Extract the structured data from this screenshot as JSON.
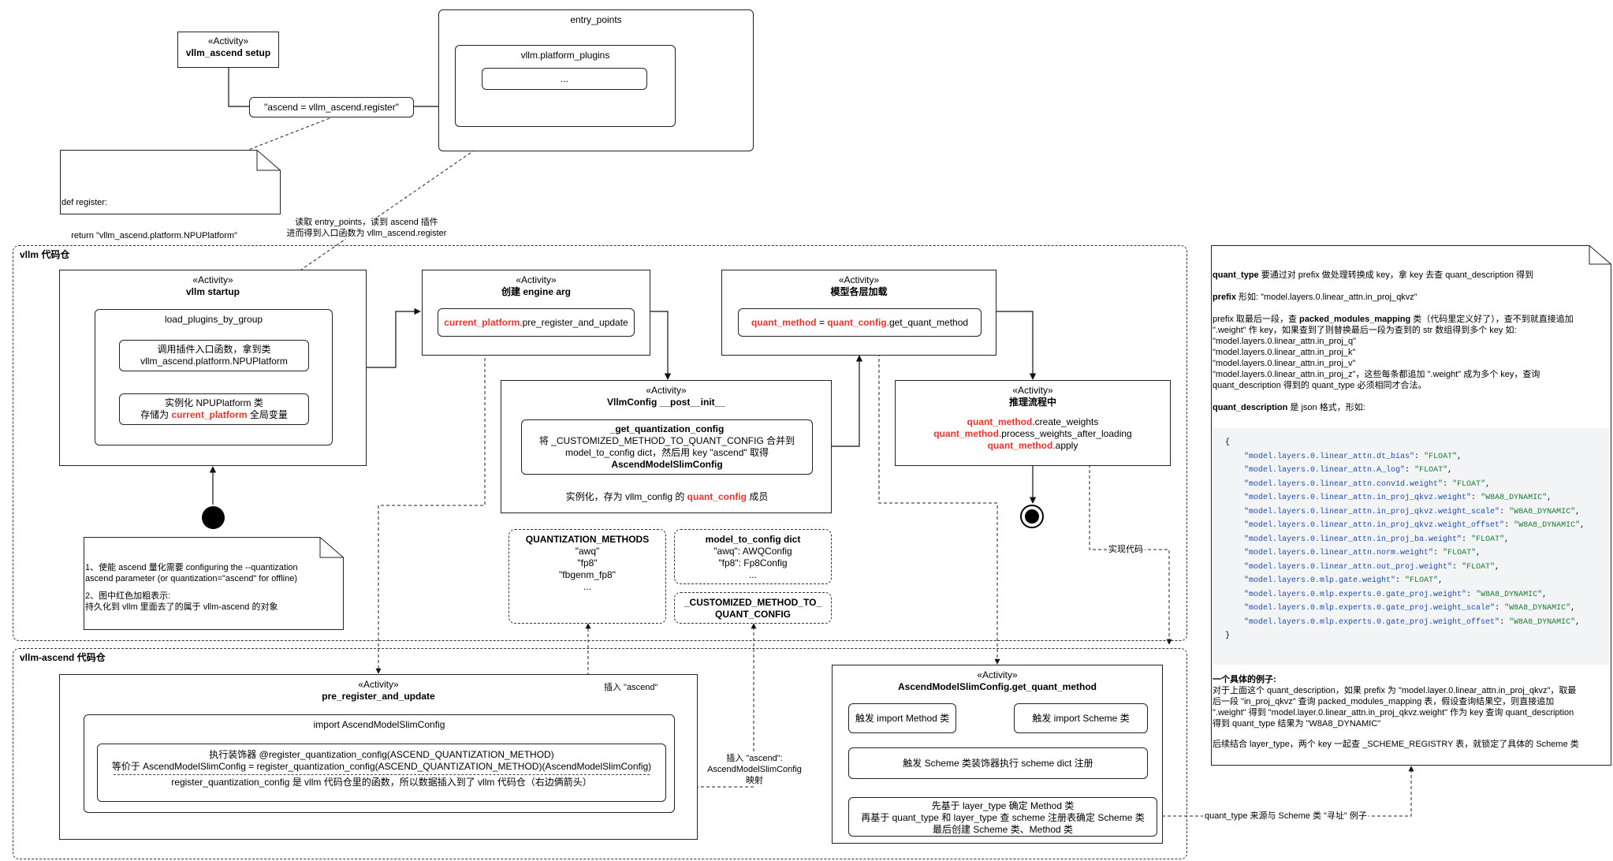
{
  "stereotype": "«Activity»",
  "setup": {
    "name": "vllm_ascend setup",
    "register_call": "\"ascend = vllm_ascend.register\""
  },
  "register_note": {
    "line1": "def register:",
    "line2": "    return \"vllm_ascend.platform.NPUPlatform\""
  },
  "entry_points": {
    "title": "entry_points",
    "plugins_title": "vllm.platform_plugins",
    "item": "..."
  },
  "read_label": {
    "line1": "读取 entry_points，读到 ascend 插件",
    "line2": "进而得到入口函数为 vllm_ascend.register"
  },
  "vllm_repo": {
    "title": "vllm 代码仓"
  },
  "startup": {
    "name": "vllm startup",
    "group_title": "load_plugins_by_group",
    "step1_line1": "调用插件入口函数，拿到类",
    "step1_line2": "vllm_ascend.platform.NPUPlatform",
    "step2_line1": "实例化 NPUPlatform 类",
    "step2_pre": "存储为 ",
    "step2_red": "current_platform",
    "step2_post": " 全局变量"
  },
  "engine_arg": {
    "name": "创建 engine arg",
    "call_red": "current_platform",
    "call_rest": ".pre_register_and_update"
  },
  "vllm_config": {
    "name": "VllmConfig __post__init__",
    "inner_title": "_get_quantization_config",
    "inner_line2": "将 _CUSTOMIZED_METHOD_TO_QUANT_CONFIG 合并到",
    "inner_line3": "model_to_config dict，然后用 key \"ascend\" 取得",
    "inner_line4": "AscendModelSlimConfig",
    "inst_pre": "实例化，存为 vllm_config 的 ",
    "inst_red": "quant_config",
    "inst_post": " 成员"
  },
  "model_load": {
    "name": "模型各层加载",
    "lhs": "quant_method",
    "mid": " = ",
    "rhs_red": "quant_config",
    "rhs_rest": ".get_quant_method"
  },
  "inference": {
    "name": "推理流程中",
    "l1_red": "quant_method",
    "l1_rest": ".create_weights",
    "l2_red": "quant_method",
    "l2_rest": ".process_weights_after_loading",
    "l3_red": "quant_method",
    "l3_rest": ".apply"
  },
  "quant_methods": {
    "title": "QUANTIZATION_METHODS",
    "items": [
      "\"awq\"",
      "\"fp8\"",
      "\"fbgenm_fp8\"",
      "..."
    ]
  },
  "model_to_config": {
    "title": "model_to_config dict",
    "items": [
      "\"awq\": AWQConfig",
      "\"fp8\": Fp8Config",
      "..."
    ]
  },
  "customized": {
    "line1": "_CUSTOMIZED_METHOD_TO_",
    "line2": "QUANT_CONFIG"
  },
  "enable_note": {
    "line1": "1、使能 ascend 量化需要 configuring the --quantization",
    "line2": "ascend parameter (or quantization=\"ascend\" for offline)",
    "line3": "2、图中红色加粗表示:",
    "line4": "持久化到 vllm 里面去了的属于 vllm-ascend 的对象"
  },
  "impl_label": "实现代码",
  "ascend_repo": {
    "title": "vllm-ascend 代码仓"
  },
  "pre_register": {
    "name": "pre_register_and_update",
    "import_title": "import AscendModelSlimConfig",
    "l1": "执行装饰器 @register_quantization_config(ASCEND_QUANTIZATION_METHOD)",
    "l2": "等价于 AscendModelSlimConfig = register_quantization_config(ASCEND_QUANTIZATION_METHOD)(AscendModelSlimConfig)",
    "l3": "register_quantization_config 是 vllm 代码仓里的函数，所以数据插入到了 vllm 代码仓（右边俩箭头）"
  },
  "insert_label1": "插入 \"ascend\"",
  "insert_label2": {
    "line1": "插入 \"ascend\":",
    "line2": "AscendModelSlimConfig 映射"
  },
  "get_quant": {
    "name": "AscendModelSlimConfig.get_quant_method",
    "s1": "触发 import Method 类",
    "s2": "触发 import Scheme 类",
    "s3": "触发 Scheme 类装饰器执行 scheme dict 注册",
    "s4_l1": "先基于 layer_type 确定 Method 类",
    "s4_l2": "再基于 quant_type 和 layer_type 查 scheme 注册表确定 Scheme 类",
    "s4_l3": "最后创建 Scheme 类、Method 类"
  },
  "quant_type_label": "quant_type 来源与 Scheme 类 \"寻址\" 例子",
  "right_note": {
    "p1_bold": "quant_type",
    "p1_rest": " 要通过对 prefix 做处理转换成 key，拿 key 去查 quant_description 得到",
    "p2_bold": "prefix",
    "p2_rest": " 形如: \"model.layers.0.linear_attn.in_proj_qkvz\"",
    "p3_pre": "prefix 取最后一段，查 ",
    "p3_bold": "packed_modules_mapping",
    "p3_post": " 类（代码里定义好了），查不到就直接追加",
    "p3_l2": "\".weight\" 作 key，如果查到了则替换最后一段为查到的 str 数组得到多个 key 如:",
    "p3_l3": "\"model.layers.0.linear_attn.in_proj_q\"",
    "p3_l4": "\"model.layers.0.linear_attn.in_proj_k\"",
    "p3_l5": "\"model.layers.0.linear_attn.in_proj_v\"",
    "p3_l6": "\"model.layers.0.linear_attn.in_proj_z\"，这些每条都追加 \".weight\" 成为多个 key，查询",
    "p3_l7": "quant_description 得到的 quant_type 必须相同才合法。",
    "p4_bold": "quant_description",
    "p4_rest": " 是 json 格式，形如:",
    "json_open": "{",
    "json_close": "}",
    "json": [
      {
        "k": "\"model.layers.0.linear_attn.dt_bias\"",
        "v": "\"FLOAT\""
      },
      {
        "k": "\"model.layers.0.linear_attn.A_log\"",
        "v": "\"FLOAT\""
      },
      {
        "k": "\"model.layers.0.linear_attn.conv1d.weight\"",
        "v": "\"FLOAT\""
      },
      {
        "k": "\"model.layers.0.linear_attn.in_proj_qkvz.weight\"",
        "v": "\"W8A8_DYNAMIC\""
      },
      {
        "k": "\"model.layers.0.linear_attn.in_proj_qkvz.weight_scale\"",
        "v": "\"W8A8_DYNAMIC\""
      },
      {
        "k": "\"model.layers.0.linear_attn.in_proj_qkvz.weight_offset\"",
        "v": "\"W8A8_DYNAMIC\""
      },
      {
        "k": "\"model.layers.0.linear_attn.in_proj_ba.weight\"",
        "v": "\"FLOAT\""
      },
      {
        "k": "\"model.layers.0.linear_attn.norm.weight\"",
        "v": "\"FLOAT\""
      },
      {
        "k": "\"model.layers.0.linear_attn.out_proj.weight\"",
        "v": "\"FLOAT\""
      },
      {
        "k": "\"model.layers.0.mlp.gate.weight\"",
        "v": "\"FLOAT\""
      },
      {
        "k": "\"model.layers.0.mlp.experts.0.gate_proj.weight\"",
        "v": "\"W8A8_DYNAMIC\""
      },
      {
        "k": "\"model.layers.0.mlp.experts.0.gate_proj.weight_scale\"",
        "v": "\"W8A8_DYNAMIC\""
      },
      {
        "k": "\"model.layers.0.mlp.experts.0.gate_proj.weight_offset\"",
        "v": "\"W8A8_DYNAMIC\""
      }
    ],
    "ex_title": "一个具体的例子:",
    "ex_l1": "对于上面这个 quant_description，如果 prefix 为 \"model.layer.0.linear_attn.in_proj_qkvz\"，取最",
    "ex_l2": "后一段 \"in_proj_qkvz\" 查询 packed_modules_mapping 表，假设查询结果空，则直接追加",
    "ex_l3": "\".weight\" 得到 \"model.layer.0.linear_attn.in_proj_qkvz.weight\" 作为 key 查询 quant_description",
    "ex_l4": "得到 quant_type 结果为 \"W8A8_DYNAMIC\"",
    "final": "后续结合 layer_type，两个 key 一起查 _SCHEME_REGISTRY 表，就锁定了具体的 Scheme 类"
  }
}
